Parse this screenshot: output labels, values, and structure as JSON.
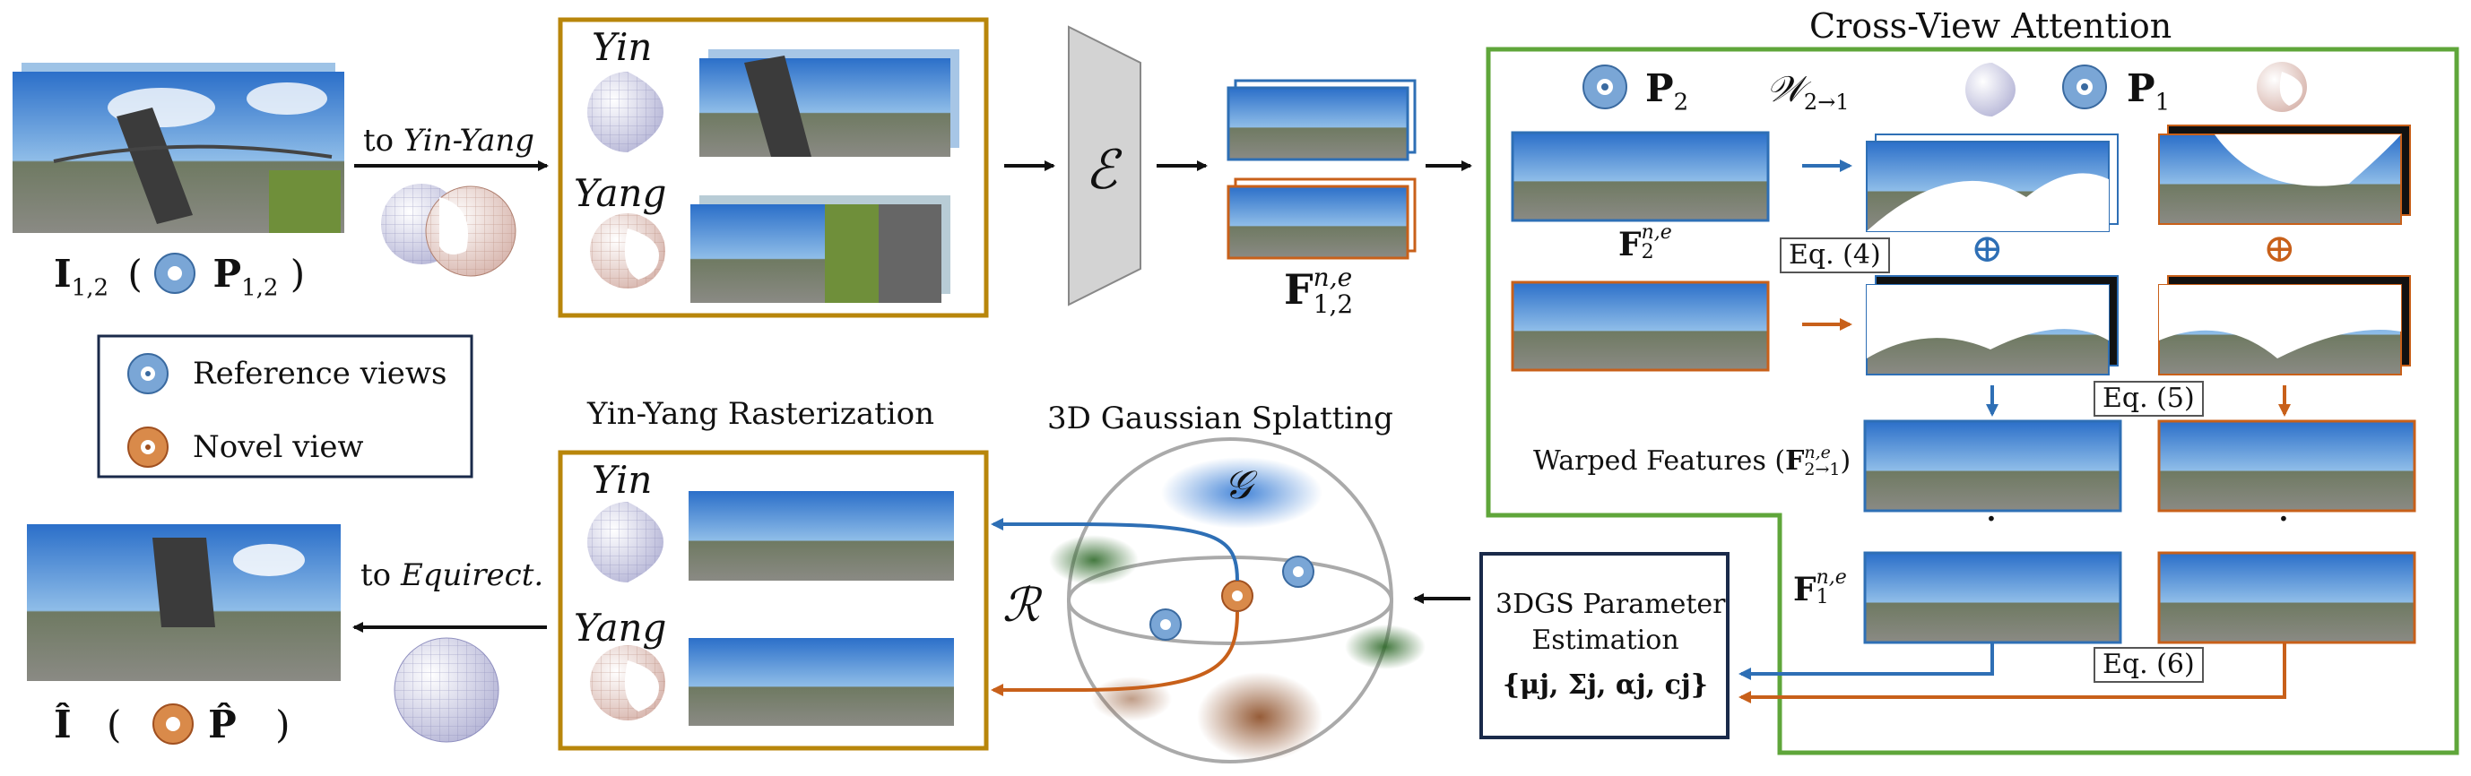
{
  "colors": {
    "gold": "#B8860B",
    "green": "#5FA63A",
    "blue": "#2E6FB5",
    "orange": "#C8601A",
    "navy": "#1A2A4A",
    "gray": "#8a8a8a",
    "sky": "#3E7FD0",
    "ground": "#7a7a72",
    "grass": "#7C9A3F"
  },
  "inputs": {
    "label_main": "I",
    "label_sub": "1,2",
    "pose_main": "P",
    "pose_sub": "1,2",
    "arrow_label_prefix": "to ",
    "arrow_label_italic": "Yin-Yang"
  },
  "legend": {
    "reference_label": "Reference views",
    "novel_label": "Novel view"
  },
  "yinyang_top": {
    "yin": "Yin",
    "yang": "Yang"
  },
  "encoder": {
    "symbol": "ℰ"
  },
  "features": {
    "main": "F",
    "sup": "n,e",
    "sub": "1,2"
  },
  "cross_view": {
    "title": "Cross-View Attention",
    "p2_main": "P",
    "p2_sub": "2",
    "warp_main": "𝒲",
    "warp_sub": "2→1",
    "p1_main": "P",
    "p1_sub": "1",
    "f2_main": "F",
    "f2_sup": "n,e",
    "f2_sub": "2",
    "eq4": "Eq. (4)",
    "eq5": "Eq. (5)",
    "eq6": "Eq. (6)",
    "oplus": "⊕",
    "warped_prefix": "Warped Features (",
    "warped_main": "F",
    "warped_sup": "n,e",
    "warped_sub": "2→1",
    "warped_suffix": ")",
    "f1_main": "F",
    "f1_sup": "n,e",
    "f1_sub": "1",
    "dot": "·"
  },
  "estimation": {
    "line1": "3DGS Parameter",
    "line2": "Estimation",
    "line3": "{μ",
    "params": "{μj, Σj, αj, cj}"
  },
  "splatting": {
    "title": "3D Gaussian Splatting",
    "G": "𝒢",
    "R": "ℛ"
  },
  "raster": {
    "title": "Yin-Yang Rasterization",
    "yin": "Yin",
    "yang": "Yang"
  },
  "output": {
    "arrow_label_prefix": "to ",
    "arrow_label_italic": "Equirect.",
    "label_main": "Î",
    "pose_main": "P̂"
  }
}
